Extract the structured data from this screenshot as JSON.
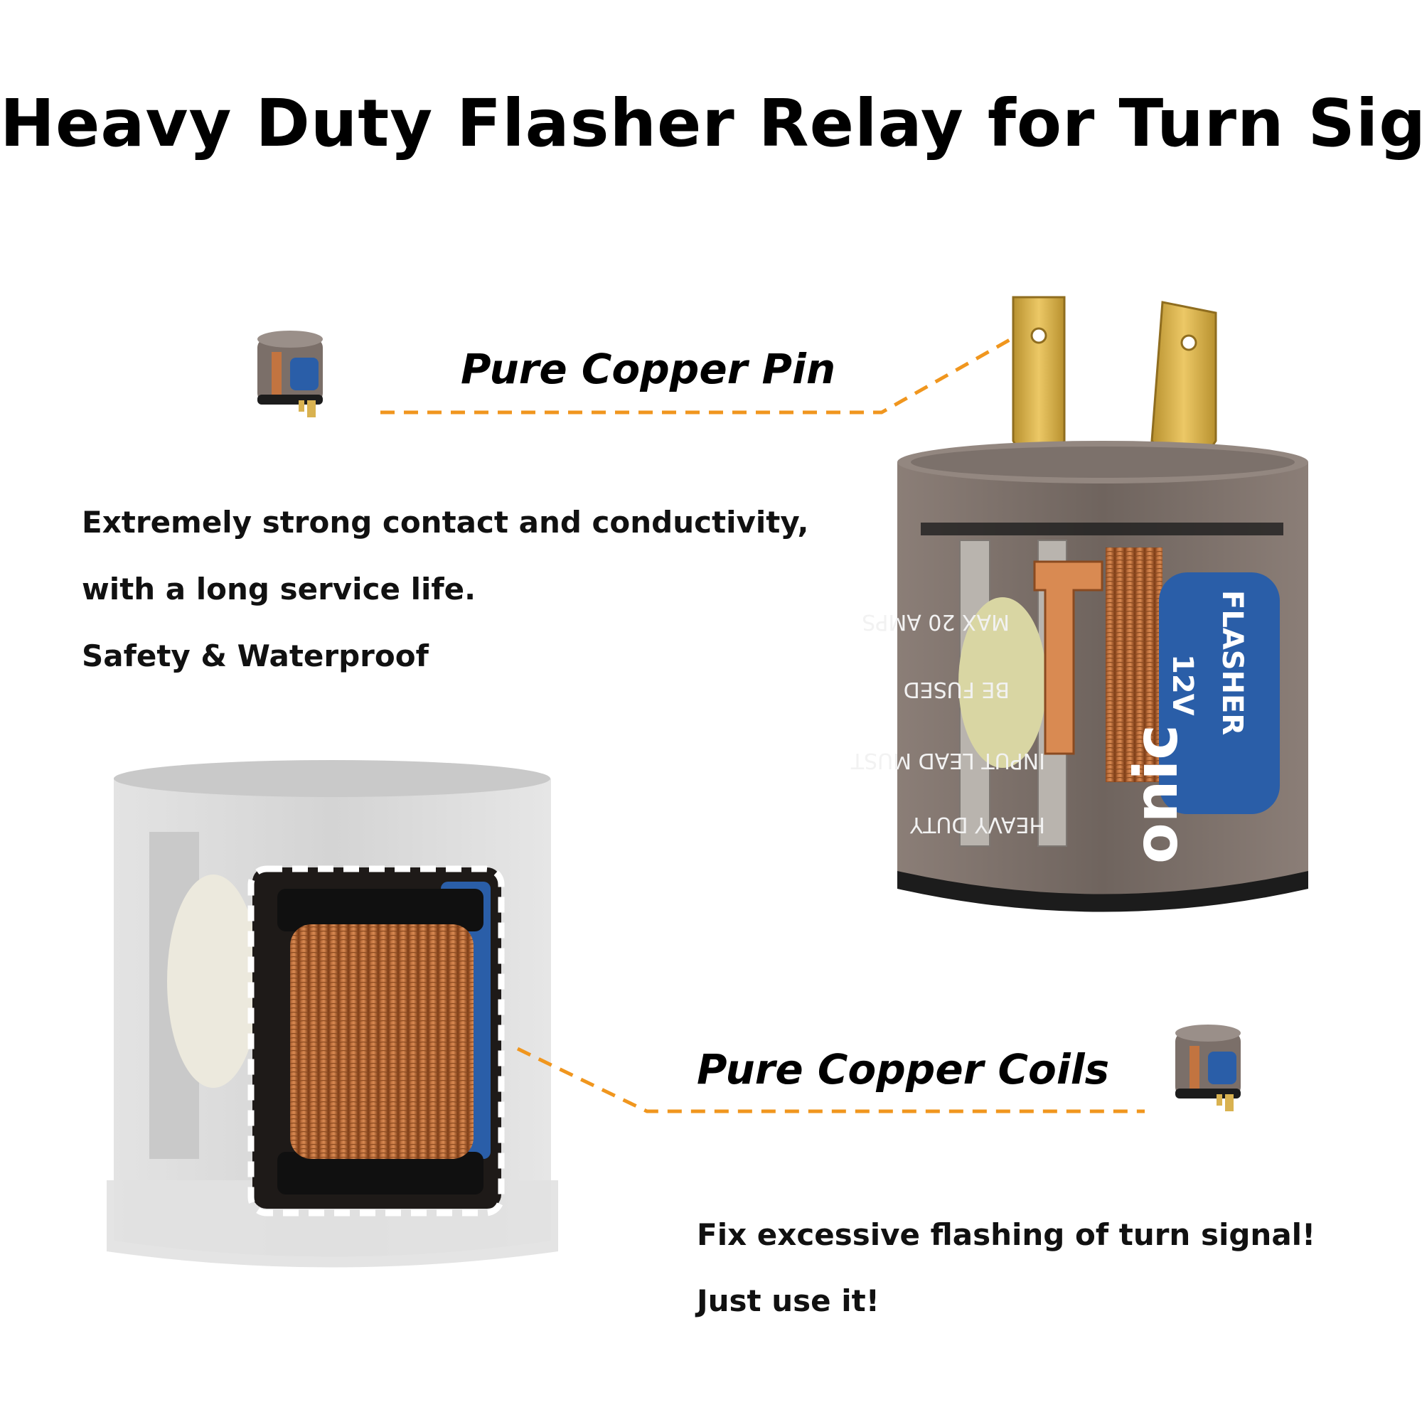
{
  "title": "Heavy Duty Flasher Relay for Turn Signal",
  "callouts": {
    "pin": "Pure Copper Pin",
    "coils": "Pure Copper Coils"
  },
  "pin_description": [
    "Extremely strong contact and conductivity,",
    " with a long service life.",
    "Safety & Waterproof"
  ],
  "coil_description": [
    "Fix excessive flashing of turn signal!",
    "Just use it!"
  ],
  "relay_markings": {
    "rating": "12V",
    "type": "FLASHER",
    "brand_fragment": "onic",
    "max": "MAX 20 AMPS",
    "fused": "BE FUSED",
    "input": "INPUT LEAD MUST",
    "heavy": "HEAVY DUTY"
  },
  "colors": {
    "leader_line": "#f0961e",
    "copper": "#b8642e",
    "pin_gold": "#d9b250",
    "coil_blue": "#2a5ea8",
    "housing": "#6b5f58"
  },
  "icons": {
    "small_relay": "flasher-relay-thumbnail-icon"
  }
}
